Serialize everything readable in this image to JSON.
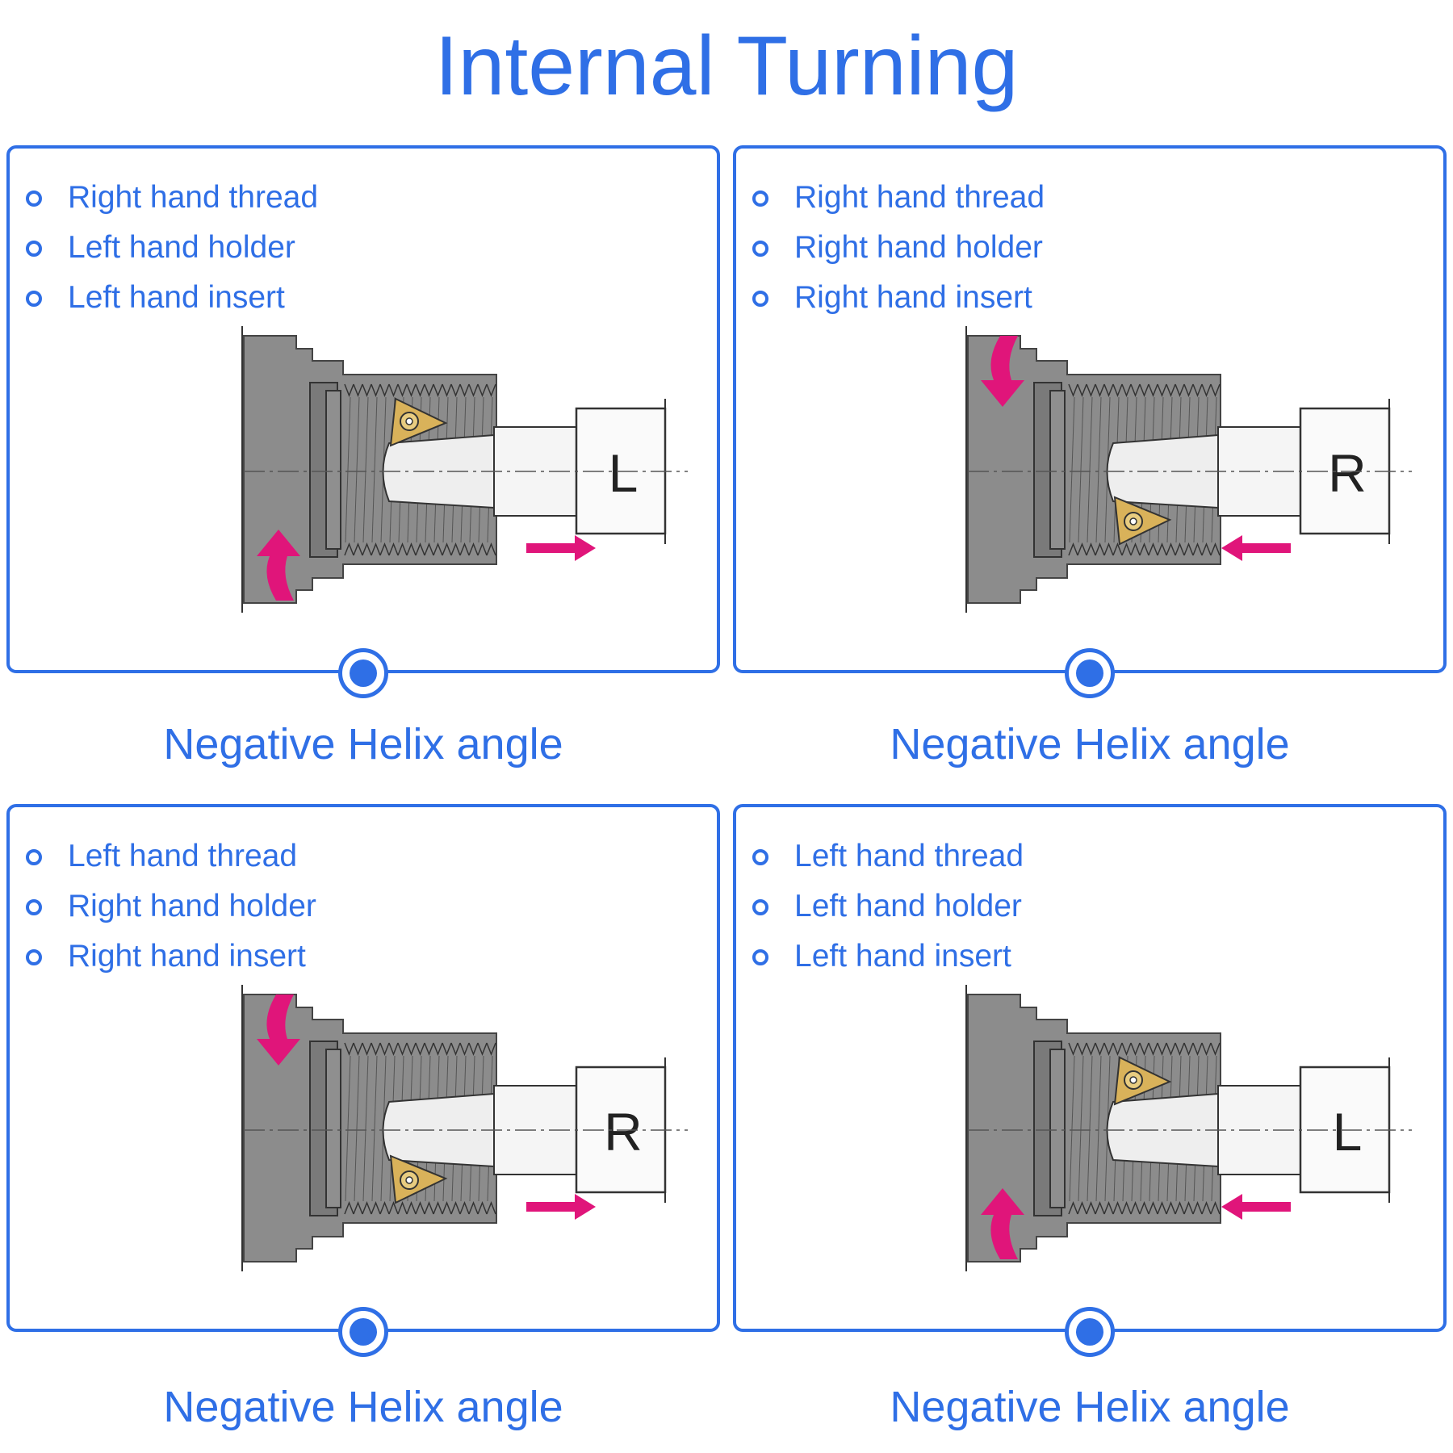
{
  "title": "Internal Turning",
  "panels": [
    {
      "bullets": [
        "Right hand thread",
        "Left hand holder",
        "Left hand insert"
      ],
      "holder_letter": "L",
      "caption": "Negative Helix angle"
    },
    {
      "bullets": [
        "Right hand thread",
        "Right hand holder",
        "Right hand insert"
      ],
      "holder_letter": "R",
      "caption": "Negative Helix angle"
    },
    {
      "bullets": [
        "Left hand thread",
        "Right hand holder",
        "Right hand insert"
      ],
      "holder_letter": "R",
      "caption": "Negative Helix angle"
    },
    {
      "bullets": [
        "Left hand thread",
        "Left hand holder",
        "Left hand insert"
      ],
      "holder_letter": "L",
      "caption": "Negative Helix angle"
    }
  ],
  "colors": {
    "accent": "#2f6fe6",
    "arrow": "#e0157a",
    "workpiece": "#8c8c8c",
    "insert": "#d9b25a"
  }
}
